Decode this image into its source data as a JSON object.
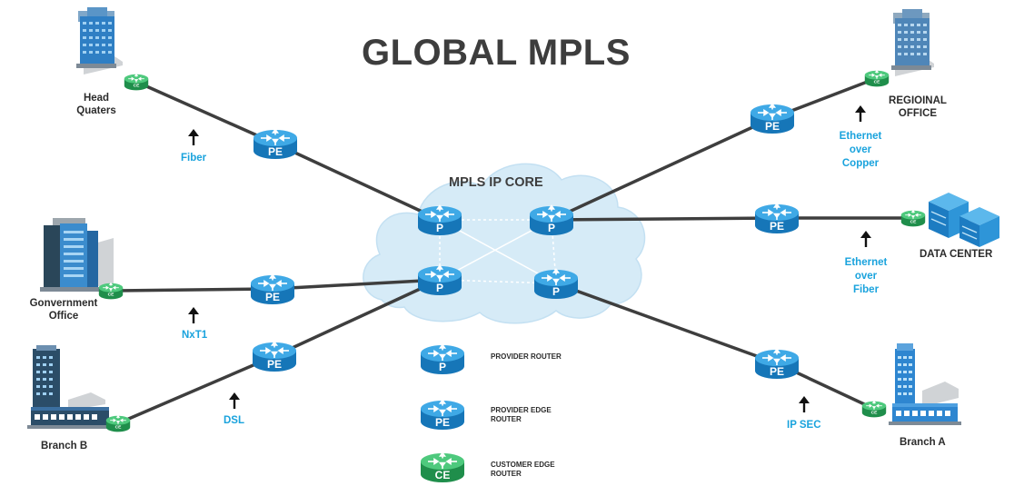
{
  "title": "GLOBAL MPLS",
  "core_label": "MPLS IP CORE",
  "router_labels": {
    "p": "P",
    "pe": "PE",
    "ce": "CE"
  },
  "sites": {
    "hq": [
      "Head",
      "Quaters"
    ],
    "regional": [
      "REGIOINAL",
      "OFFICE"
    ],
    "datacenter": "DATA CENTER",
    "government": [
      "Gonvernment",
      "Office"
    ],
    "branch_b": "Branch B",
    "branch_a": "Branch A"
  },
  "links": {
    "fiber": "Fiber",
    "ethernet_copper": [
      "Ethernet",
      "over",
      "Copper"
    ],
    "ethernet_fiber": [
      "Ethernet",
      "over",
      "Fiber"
    ],
    "nxt1": "NxT1",
    "dsl": "DSL",
    "ipsec": "IP SEC"
  },
  "legend": {
    "provider": "PROVIDER ROUTER",
    "provider_edge": [
      "PROVIDER EDGE",
      "ROUTER"
    ],
    "customer_edge": [
      "CUSTOMER EDGE",
      "ROUTER"
    ]
  },
  "colors": {
    "router_blue": "#1b86cc",
    "router_blue_top": "#3fa9e6",
    "router_green": "#27a85a",
    "router_green_top": "#4ec97d",
    "cloud": "#d6ebf7",
    "line": "#3e3e3e",
    "link_text": "#1aa3dd",
    "title_text": "#3d3d3d"
  }
}
